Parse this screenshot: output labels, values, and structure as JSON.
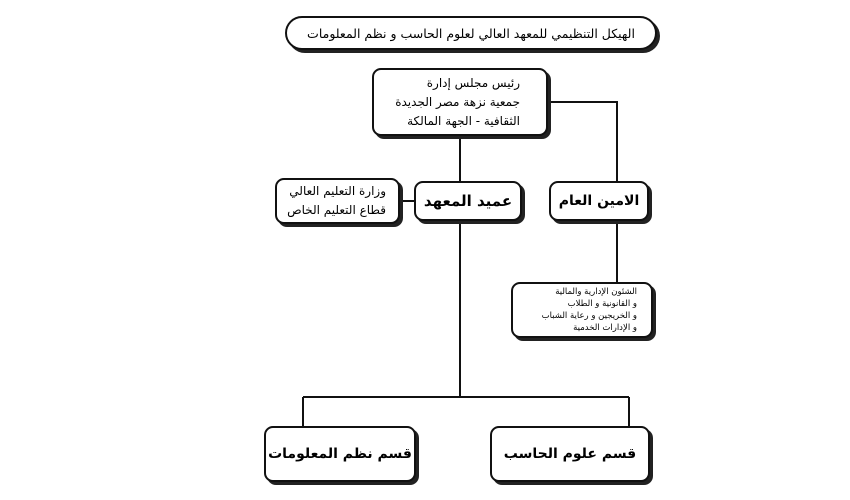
{
  "title": "الهيكل التنظيمي للمعهد العالي لعلوم الحاسب و نظم المعلومات",
  "chairman": {
    "lines": [
      "رئيس مجلس إدارة",
      "جمعية نزهة مصر الجديدة",
      "الثقافية - الجهة المالكة"
    ]
  },
  "ministry": {
    "lines": [
      "وزارة التعليم العالي",
      "قطاع التعليم الخاص"
    ]
  },
  "dean": "عميد المعهد",
  "secretary_general": "الامين العام",
  "affairs": {
    "lines": [
      "الشئون الإدارية والمالية",
      "و القانونية و الطلاب",
      "و الخريجين و رعاية الشباب",
      "و الإدارات الخدمية"
    ]
  },
  "departments": {
    "information_systems": "قسم نظم المعلومات",
    "computer_science": "قسم علوم الحاسب"
  }
}
